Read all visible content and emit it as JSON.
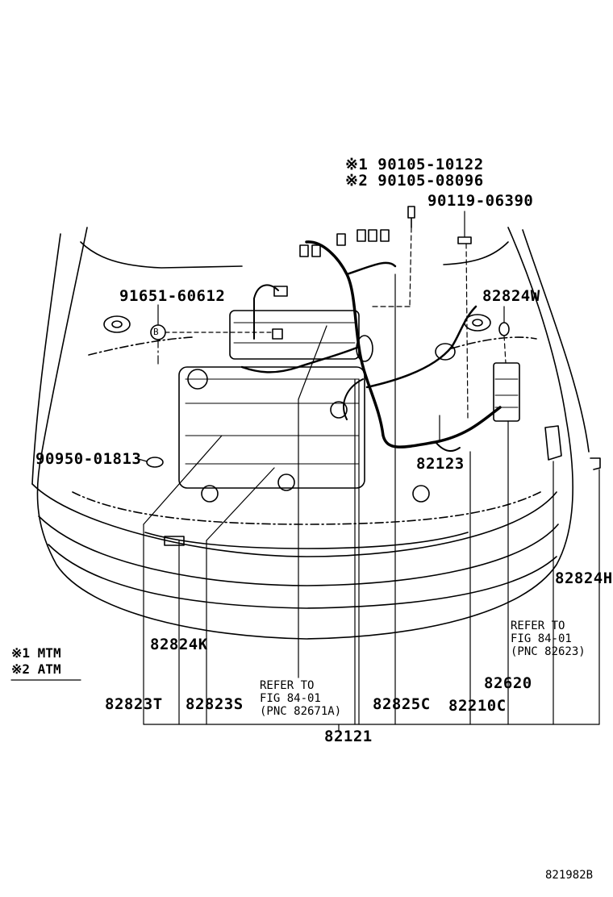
{
  "labels": {
    "l90105_10122": "※1 90105-10122",
    "l90105_08096": "※2 90105-08096",
    "l90119": "90119-06390",
    "l91651": "91651-60612",
    "l82824W": "82824W",
    "l90950": "90950-01813",
    "l82123": "82123",
    "l82824H": "82824H",
    "l82824K": "82824K",
    "l82620": "82620",
    "l82823T": "82823T",
    "l82823S": "82823S",
    "l82825C": "82825C",
    "l82210C": "82210C",
    "l82121": "82121",
    "refer1": "REFER TO\nFIG 84-01\n(PNC 82671A)",
    "refer2": "REFER TO\nFIG 84-01\n(PNC 82623)"
  },
  "legend": {
    "mtm": "※1 MTM",
    "atm": "※2 ATM"
  },
  "figure_code": "821982B",
  "callout_letter": "B"
}
